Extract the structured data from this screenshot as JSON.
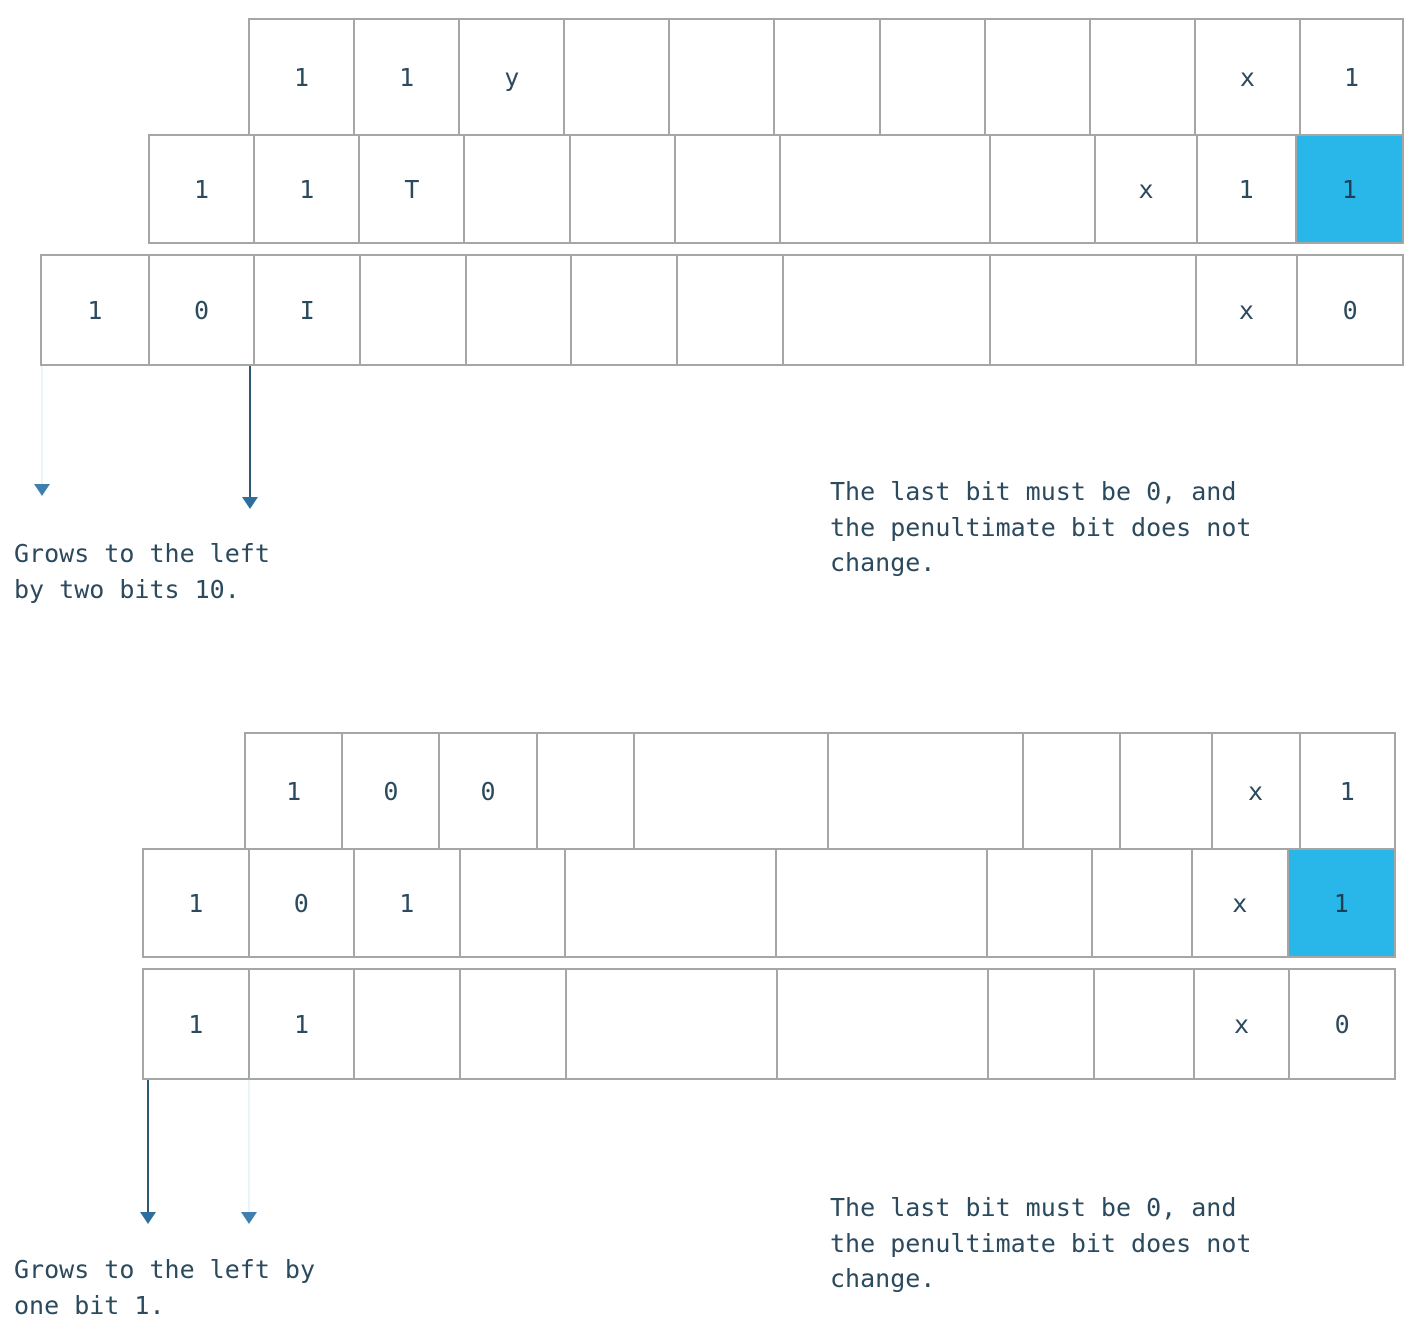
{
  "theme": {
    "grid_border": "#a6a6a6",
    "highlight": "#29b6e8",
    "text": "#2c4a5e",
    "arrow_dark": "#2c5871",
    "arrow_faint": "#e8f6fa"
  },
  "diagram": {
    "title_visible": false,
    "groups": [
      {
        "id": "group-top",
        "rows": [
          {
            "id": "top-row-1",
            "cells": [
              {
                "v": "1",
                "hl": false
              },
              {
                "v": "1",
                "hl": false
              },
              {
                "v": "y",
                "hl": false
              },
              {
                "v": "",
                "hl": false
              },
              {
                "v": "",
                "hl": false
              },
              {
                "v": "",
                "hl": false
              },
              {
                "v": "",
                "hl": false
              },
              {
                "v": "",
                "hl": false
              },
              {
                "v": "",
                "hl": false
              },
              {
                "v": "x",
                "hl": false
              },
              {
                "v": "1",
                "hl": false
              }
            ]
          },
          {
            "id": "top-row-2",
            "cells": [
              {
                "v": "1",
                "hl": false
              },
              {
                "v": "1",
                "hl": false
              },
              {
                "v": "T",
                "hl": false
              },
              {
                "v": "",
                "hl": false
              },
              {
                "v": "",
                "hl": false
              },
              {
                "v": "",
                "hl": false
              },
              {
                "v": "",
                "hl": false
              },
              {
                "v": "",
                "hl": false
              },
              {
                "v": "x",
                "hl": false
              },
              {
                "v": "1",
                "hl": false
              },
              {
                "v": "1",
                "hl": true
              }
            ]
          },
          {
            "id": "top-row-3",
            "cells": [
              {
                "v": "1",
                "hl": false
              },
              {
                "v": "0",
                "hl": false
              },
              {
                "v": "I",
                "hl": false
              },
              {
                "v": "",
                "hl": false
              },
              {
                "v": "",
                "hl": false
              },
              {
                "v": "",
                "hl": false
              },
              {
                "v": "",
                "hl": false
              },
              {
                "v": "",
                "hl": false
              },
              {
                "v": "",
                "hl": false
              },
              {
                "v": "x",
                "hl": false
              },
              {
                "v": "0",
                "hl": false
              }
            ]
          }
        ],
        "captions": {
          "left": "Grows to the left\nby two bits 10.",
          "right": "The last bit must be 0, and\nthe penultimate bit does not\nchange."
        }
      },
      {
        "id": "group-bottom",
        "rows": [
          {
            "id": "bottom-row-1",
            "cells": [
              {
                "v": "1",
                "hl": false
              },
              {
                "v": "0",
                "hl": false
              },
              {
                "v": "0",
                "hl": false
              },
              {
                "v": "",
                "hl": false
              },
              {
                "v": "",
                "hl": false
              },
              {
                "v": "",
                "hl": false
              },
              {
                "v": "",
                "hl": false
              },
              {
                "v": "",
                "hl": false
              },
              {
                "v": "x",
                "hl": false
              },
              {
                "v": "1",
                "hl": false
              }
            ]
          },
          {
            "id": "bottom-row-2",
            "cells": [
              {
                "v": "1",
                "hl": false
              },
              {
                "v": "0",
                "hl": false
              },
              {
                "v": "1",
                "hl": false
              },
              {
                "v": "",
                "hl": false
              },
              {
                "v": "",
                "hl": false
              },
              {
                "v": "",
                "hl": false
              },
              {
                "v": "",
                "hl": false
              },
              {
                "v": "",
                "hl": false
              },
              {
                "v": "x",
                "hl": false
              },
              {
                "v": "1",
                "hl": false
              },
              {
                "v": "1",
                "hl": true
              }
            ]
          },
          {
            "id": "bottom-row-3",
            "cells": [
              {
                "v": "1",
                "hl": false
              },
              {
                "v": "1",
                "hl": false
              },
              {
                "v": "",
                "hl": false
              },
              {
                "v": "",
                "hl": false
              },
              {
                "v": "",
                "hl": false
              },
              {
                "v": "",
                "hl": false
              },
              {
                "v": "",
                "hl": false
              },
              {
                "v": "",
                "hl": false
              },
              {
                "v": "x",
                "hl": false
              },
              {
                "v": "0",
                "hl": false
              }
            ]
          }
        ],
        "captions": {
          "left": "Grows to the left by\none bit 1.",
          "right": "The last bit must be 0, and\nthe penultimate bit does not\nchange."
        }
      }
    ]
  }
}
